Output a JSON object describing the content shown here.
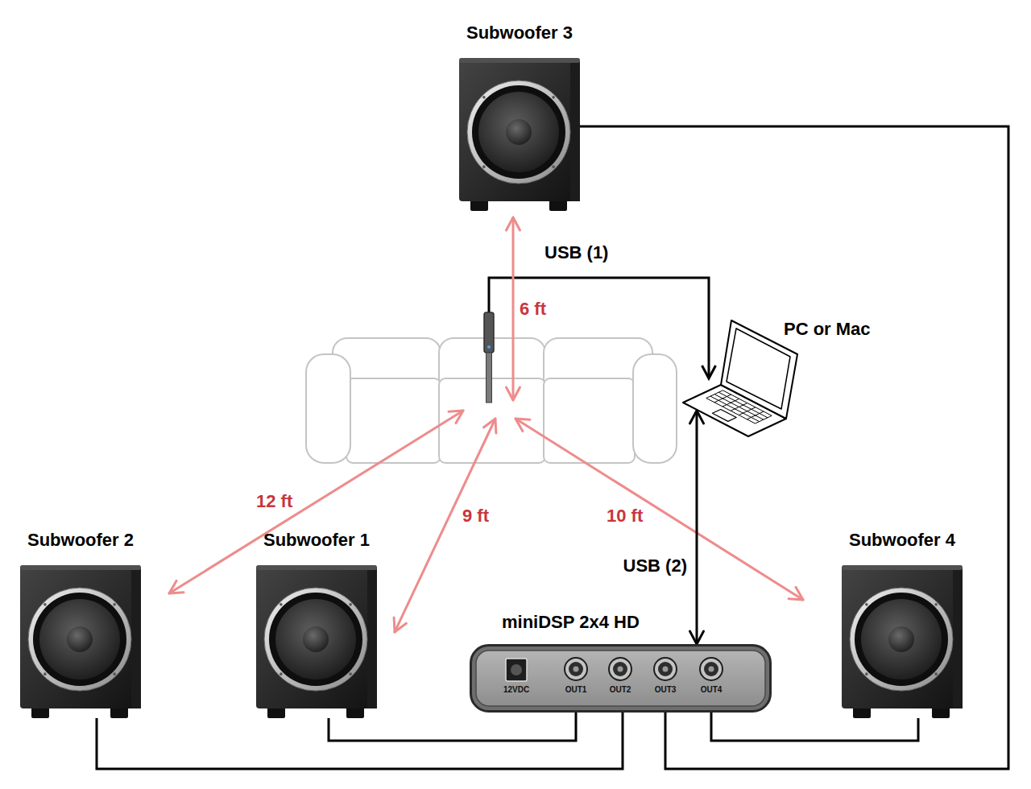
{
  "diagram": {
    "nodes": [
      {
        "text": [
          "Subwoofer 3"
        ]
      },
      {
        "text": [
          "PC or Mac"
        ]
      },
      {
        "text": [
          "Subwoofer 2"
        ]
      },
      {
        "text": [
          "Subwoofer 1"
        ]
      },
      {
        "text": [
          "Subwoofer 4"
        ]
      },
      {
        "text": [
          "miniDSP 2x4 HD",
          "12VDC",
          "OUT1",
          "OUT2",
          "OUT3",
          "OUT4"
        ]
      }
    ],
    "edges": [
      {
        "from": 1,
        "to": 5,
        "arrow": "both",
        "label": "USB (2)"
      },
      {
        "from": 3,
        "to": 5,
        "arrow": "none"
      },
      {
        "from": 2,
        "to": 5,
        "arrow": "none"
      },
      {
        "from": 0,
        "to": 5,
        "arrow": "none"
      },
      {
        "from": 4,
        "to": 5,
        "arrow": "none"
      }
    ],
    "labels": [
      "USB (1)",
      "6 ft",
      "12 ft",
      "9 ft",
      "10 ft"
    ]
  }
}
